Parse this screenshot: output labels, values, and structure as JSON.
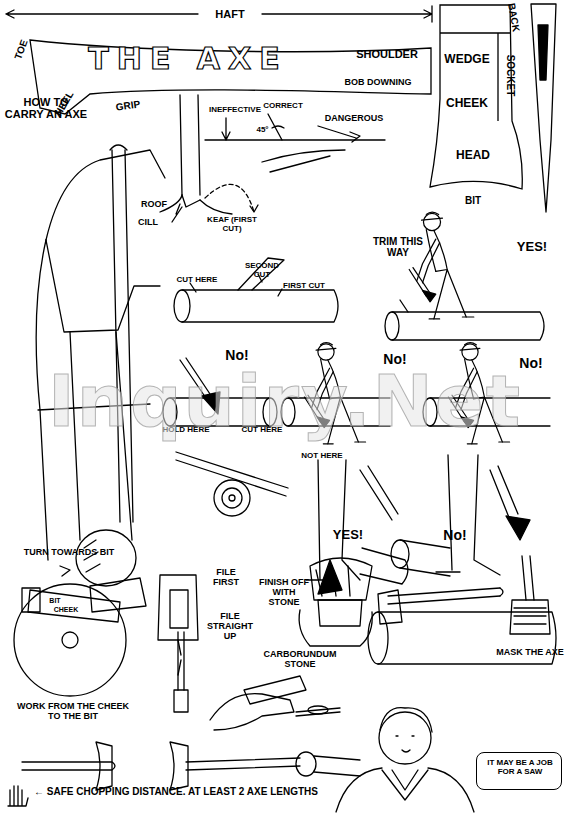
{
  "diagram": {
    "nodes": [
      {
        "text": [
          "THE AXE",
          "SHOULDER",
          "BOB DOWNING"
        ]
      },
      {
        "text": [
          "WEDGE",
          "CHEEK",
          "HEAD"
        ]
      },
      {
        "text": [
          "IT MAY BE A JOB FOR A SAW"
        ]
      }
    ],
    "labels": [
      "HAFT",
      "TOE",
      "HEEL",
      "GRIP",
      "BACK",
      "SOCKET",
      "BIT",
      "HOW TO CARRY AN AXE",
      "INEFFECTIVE",
      "CORRECT",
      "45°",
      "DANGEROUS",
      "ROOF",
      "CILL",
      "KEAF (FIRST CUT)",
      "TRIM THIS WAY",
      "YES!",
      "CUT HERE",
      "SECOND CUT",
      "FIRST CUT",
      "No!",
      "No!",
      "No!",
      "HOLD HERE",
      "CUT HERE",
      "NOT HERE",
      "YES!",
      "No!",
      "TURN TOWARDS BIT",
      "BIT",
      "CHEEK",
      "FILE FIRST",
      "FILE STRAIGHT UP",
      "FINISH OFF WITH STONE",
      "MASK THE AXE",
      "CARBORUNDUM STONE",
      "WORK FROM THE CHEEK TO THE BIT",
      "← SAFE CHOPPING DISTANCE. AT LEAST 2 AXE LENGTHS",
      "Inquiry.Net"
    ]
  }
}
